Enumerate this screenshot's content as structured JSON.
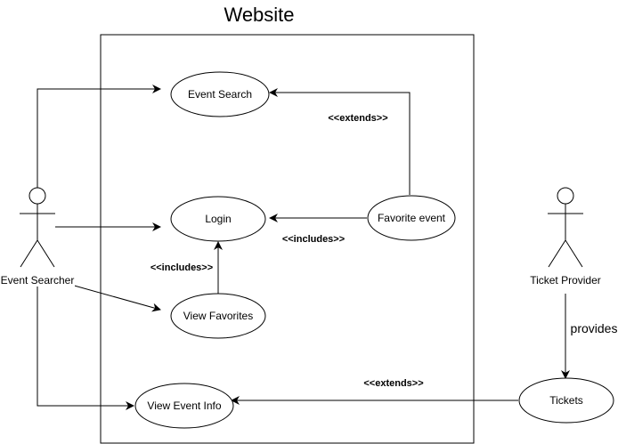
{
  "system": {
    "title": "Website"
  },
  "actors": {
    "event_searcher": "Event Searcher",
    "ticket_provider": "Ticket Provider"
  },
  "use_cases": {
    "event_search": "Event Search",
    "login": "Login",
    "view_favorites": "View Favorites",
    "view_event_info": "View Event Info",
    "favorite_event": "Favorite event",
    "tickets": "Tickets"
  },
  "relationships": {
    "favorite_extends_search": "<<extends>>",
    "favorite_includes_login": "<<includes>>",
    "favorites_includes_login": "<<includes>>",
    "tickets_extends_info": "<<extends>>",
    "provider_provides_tickets": "provides"
  }
}
